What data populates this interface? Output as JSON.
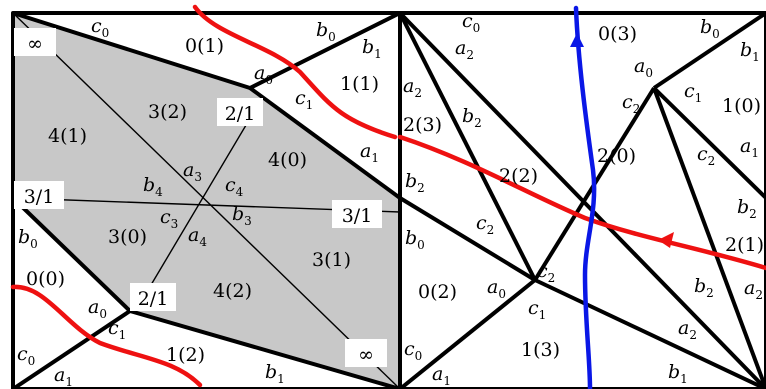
{
  "colors": {
    "shaded": "#c8c8c8",
    "red": "#ee1111",
    "blue": "#0a17e6",
    "line": "#000000",
    "box": "#ffffff"
  },
  "labels": {
    "left": {
      "c0_top": {
        "base": "c",
        "sub": "0"
      },
      "b0_top": {
        "base": "b",
        "sub": "0"
      },
      "b1_top": {
        "base": "b",
        "sub": "1"
      },
      "a0_top": {
        "base": "a",
        "sub": "0"
      },
      "c1_top": {
        "base": "c",
        "sub": "1"
      },
      "a1_right": {
        "base": "a",
        "sub": "1"
      },
      "b2_right": {
        "base": "b",
        "sub": "2"
      },
      "b0_left": {
        "base": "b",
        "sub": "0"
      },
      "a0_bottom": {
        "base": "a",
        "sub": "0"
      },
      "c1_bottom": {
        "base": "c",
        "sub": "1"
      },
      "c0_bottom": {
        "base": "c",
        "sub": "0"
      },
      "a1_bottom": {
        "base": "a",
        "sub": "1"
      },
      "b1_bottom": {
        "base": "b",
        "sub": "1"
      },
      "a3": {
        "base": "a",
        "sub": "3"
      },
      "b4": {
        "base": "b",
        "sub": "4"
      },
      "c4": {
        "base": "c",
        "sub": "4"
      },
      "c3": {
        "base": "c",
        "sub": "3"
      },
      "b3": {
        "base": "b",
        "sub": "3"
      },
      "a4": {
        "base": "a",
        "sub": "4"
      }
    },
    "right": {
      "c0_top": {
        "base": "c",
        "sub": "0"
      },
      "a2_top": {
        "base": "a",
        "sub": "2"
      },
      "b0_top": {
        "base": "b",
        "sub": "0"
      },
      "b1_top": {
        "base": "b",
        "sub": "1"
      },
      "a0_top": {
        "base": "a",
        "sub": "0"
      },
      "c2_top": {
        "base": "c",
        "sub": "2"
      },
      "c1_top": {
        "base": "c",
        "sub": "1"
      },
      "a2_left": {
        "base": "a",
        "sub": "2"
      },
      "b2_mid": {
        "base": "b",
        "sub": "2"
      },
      "c2_mid": {
        "base": "c",
        "sub": "2"
      },
      "a1_right": {
        "base": "a",
        "sub": "1"
      },
      "b2_right": {
        "base": "b",
        "sub": "2"
      },
      "b0_left": {
        "base": "b",
        "sub": "0"
      },
      "c2_lower": {
        "base": "c",
        "sub": "2"
      },
      "c2_center": {
        "base": "c",
        "sub": "2"
      },
      "a0_lower": {
        "base": "a",
        "sub": "0"
      },
      "c1_lower": {
        "base": "c",
        "sub": "1"
      },
      "b2_lower": {
        "base": "b",
        "sub": "2"
      },
      "a2_lower": {
        "base": "a",
        "sub": "2"
      },
      "a2_edge": {
        "base": "a",
        "sub": "2"
      },
      "c0_bottom": {
        "base": "c",
        "sub": "0"
      },
      "a1_bottom": {
        "base": "a",
        "sub": "1"
      },
      "b1_bottom": {
        "base": "b",
        "sub": "1"
      }
    }
  },
  "regions": {
    "r01": "0(1)",
    "r11": "1(1)",
    "r32": "3(2)",
    "r41": "4(1)",
    "r40": "4(0)",
    "r30": "3(0)",
    "r00": "0(0)",
    "r42": "4(2)",
    "r31": "3(1)",
    "r12": "1(2)",
    "r03": "0(3)",
    "r23": "2(3)",
    "r20": "2(0)",
    "r22": "2(2)",
    "r10": "1(0)",
    "r21": "2(1)",
    "r02": "0(2)",
    "r13": "1(3)"
  },
  "boxes": {
    "inf_tl": "∞",
    "two_one_top": "2/1",
    "three_one_left": "3/1",
    "three_one_right": "3/1",
    "two_one_bottom": "2/1",
    "inf_br": "∞"
  }
}
